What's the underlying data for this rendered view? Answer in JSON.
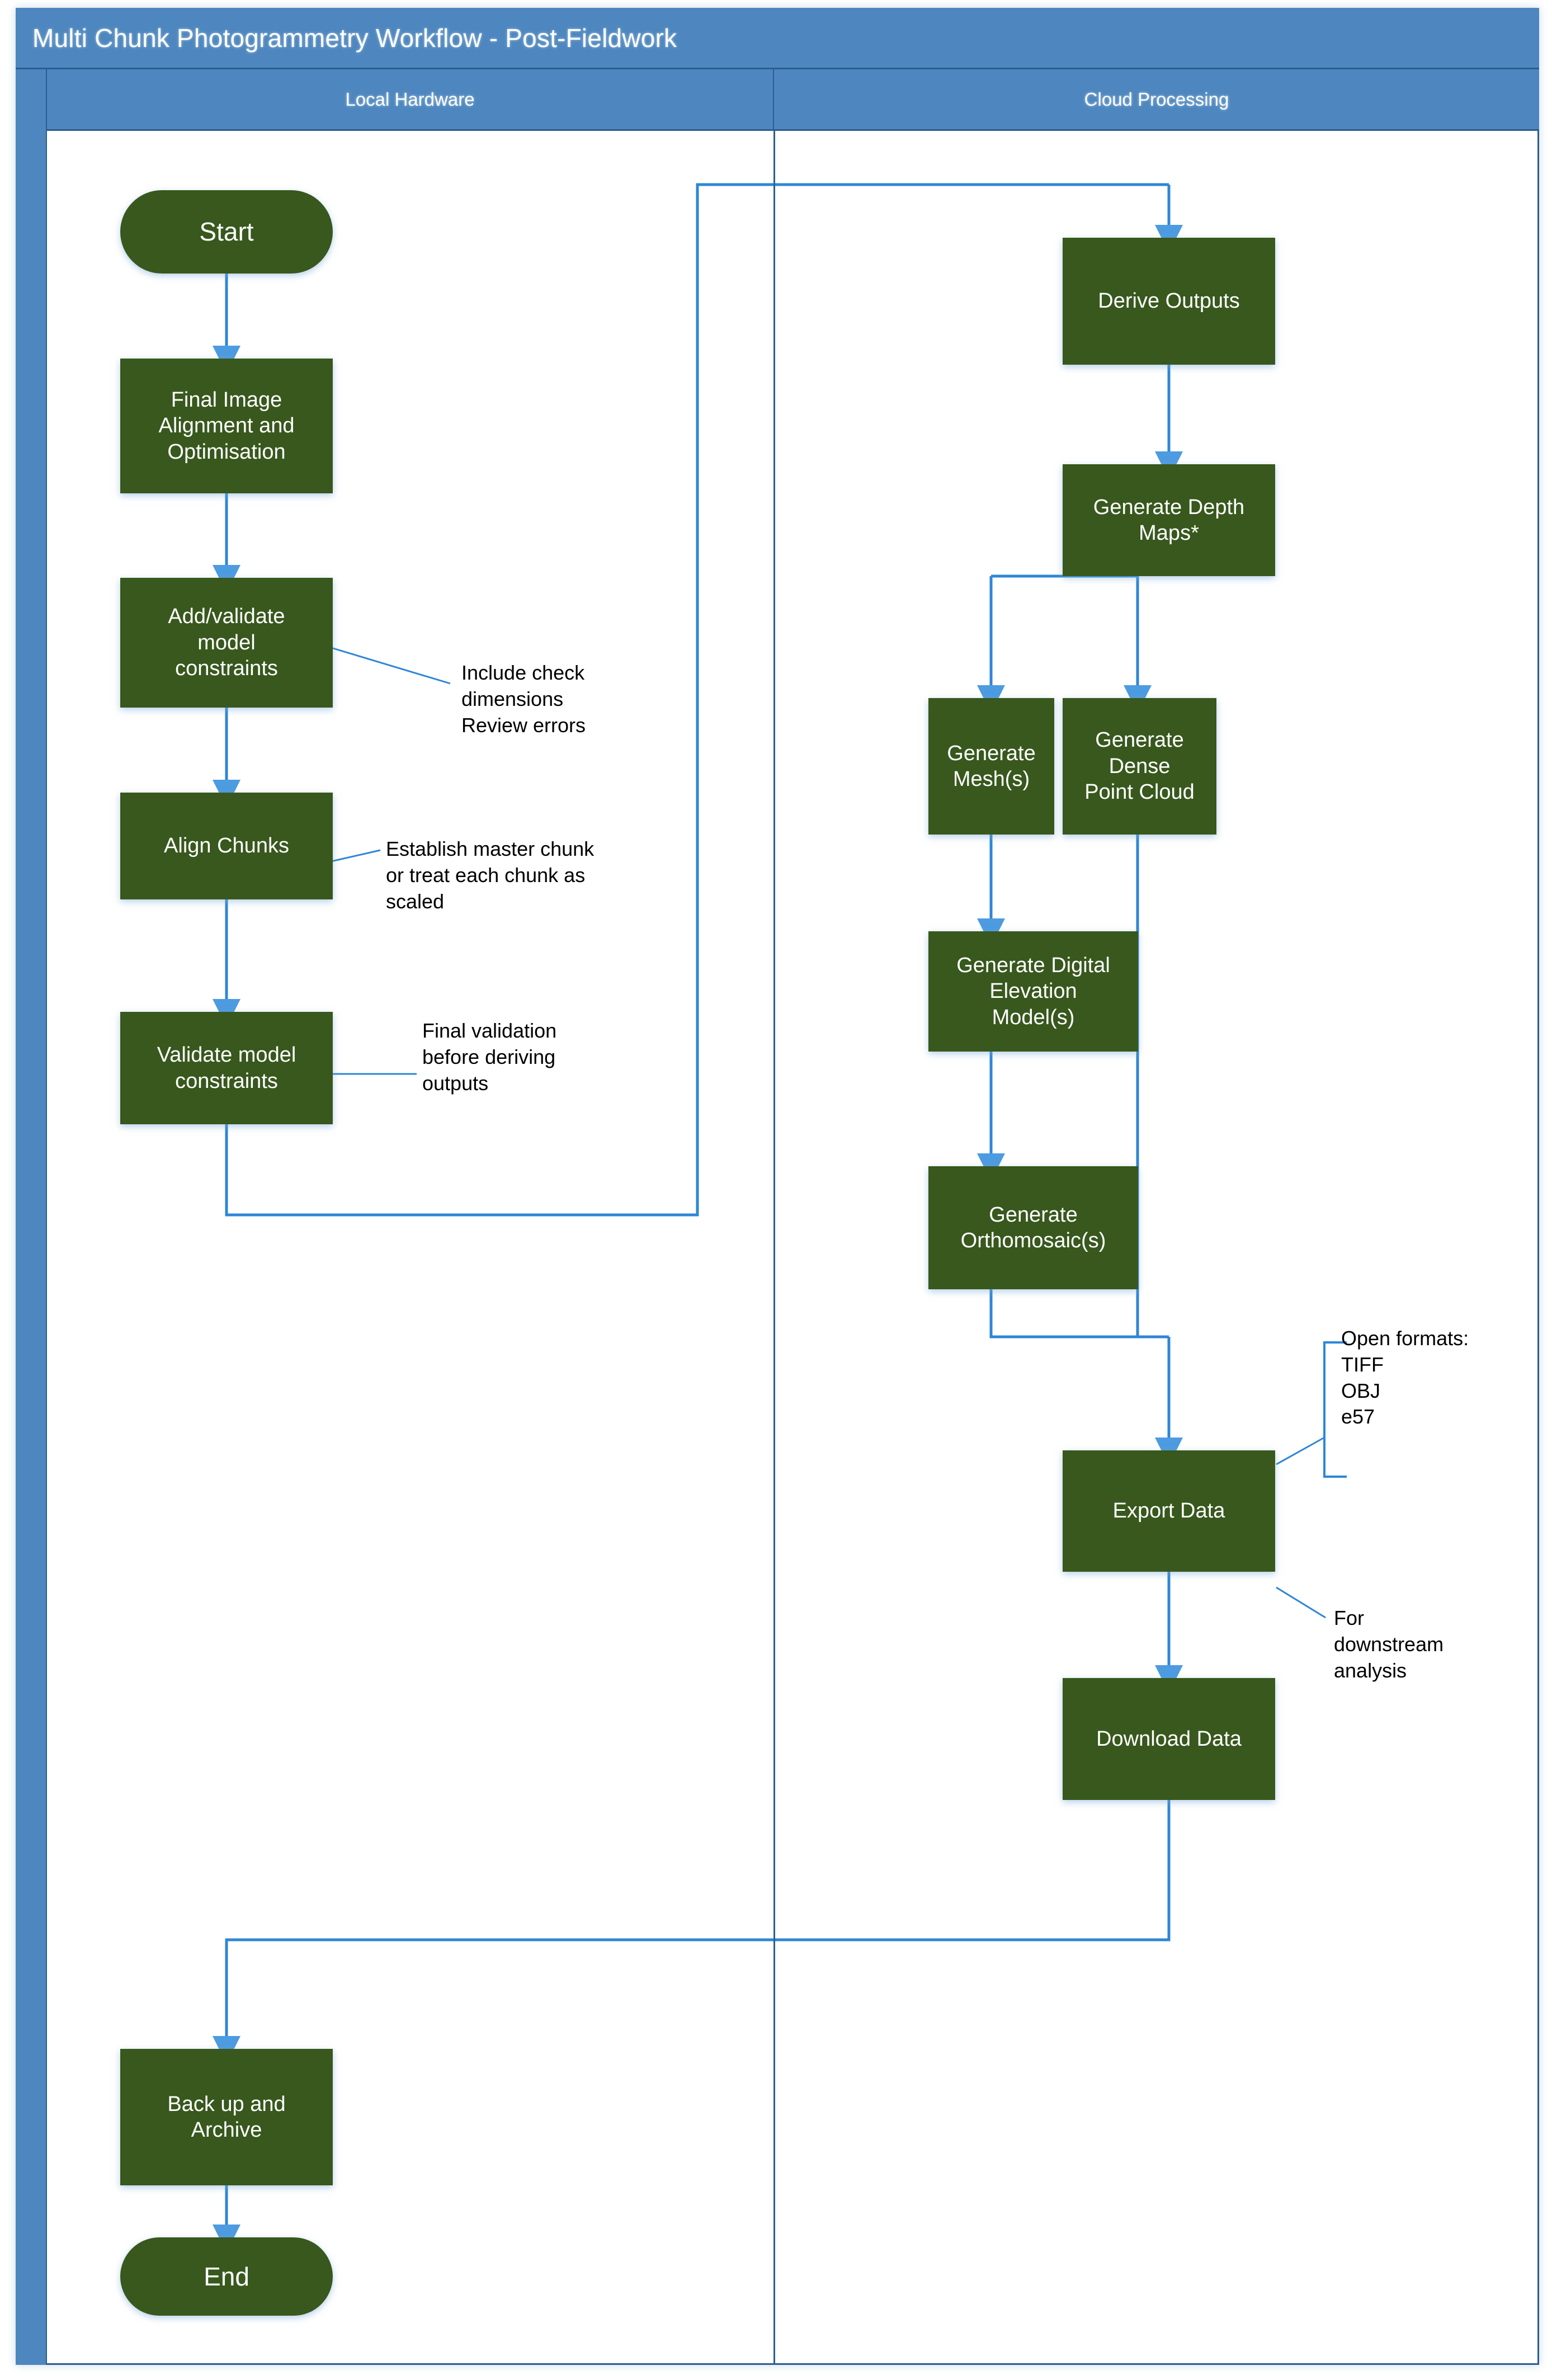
{
  "diagram": {
    "title": "Multi Chunk Photogrammetry Workflow - Post-Fieldwork",
    "accent_blue": "#4E87BF",
    "node_green": "#38581D",
    "connector_blue": "#2E86D6",
    "border_blue": "#2C5E8E"
  },
  "lanes": [
    {
      "id": "local",
      "label": "Local Hardware"
    },
    {
      "id": "cloud",
      "label": "Cloud Processing"
    }
  ],
  "nodes": [
    {
      "id": "start",
      "lane": "local",
      "shape": "terminator",
      "label": "Start"
    },
    {
      "id": "align_opt",
      "lane": "local",
      "shape": "process",
      "label": "Final Image\nAlignment and\nOptimisation"
    },
    {
      "id": "add_constr",
      "lane": "local",
      "shape": "process",
      "label": "Add/validate\nmodel\nconstraints"
    },
    {
      "id": "align_chunks",
      "lane": "local",
      "shape": "process",
      "label": "Align Chunks"
    },
    {
      "id": "validate",
      "lane": "local",
      "shape": "process",
      "label": "Validate model\nconstraints"
    },
    {
      "id": "backup",
      "lane": "local",
      "shape": "process",
      "label": "Back up and\nArchive"
    },
    {
      "id": "end",
      "lane": "local",
      "shape": "terminator",
      "label": "End"
    },
    {
      "id": "derive",
      "lane": "cloud",
      "shape": "process",
      "label": "Derive Outputs"
    },
    {
      "id": "depth",
      "lane": "cloud",
      "shape": "process",
      "label": "Generate Depth\nMaps*"
    },
    {
      "id": "mesh",
      "lane": "cloud",
      "shape": "process",
      "label": "Generate\nMesh(s)"
    },
    {
      "id": "dense",
      "lane": "cloud",
      "shape": "process",
      "label": "Generate Dense\nPoint Cloud"
    },
    {
      "id": "dem",
      "lane": "cloud",
      "shape": "process",
      "label": "Generate Digital\nElevation\nModel(s)"
    },
    {
      "id": "ortho",
      "lane": "cloud",
      "shape": "process",
      "label": "Generate\nOrthomosaic(s)"
    },
    {
      "id": "export",
      "lane": "cloud",
      "shape": "process",
      "label": "Export Data"
    },
    {
      "id": "download",
      "lane": "cloud",
      "shape": "process",
      "label": "Download Data"
    }
  ],
  "annotations": [
    {
      "id": "note_constraints",
      "attached_to": "add_constr",
      "text": "Include check\ndimensions\nReview errors"
    },
    {
      "id": "note_chunks",
      "attached_to": "align_chunks",
      "text": "Establish master chunk\nor treat each chunk as\nscaled"
    },
    {
      "id": "note_validate",
      "attached_to": "validate",
      "text": "Final validation\nbefore deriving\noutputs"
    },
    {
      "id": "note_formats",
      "attached_to": "export",
      "text": "Open formats:\nTIFF\nOBJ\ne57"
    },
    {
      "id": "note_downstream",
      "attached_to": "export",
      "text": "For\ndownstream\nanalysis"
    }
  ],
  "edges": [
    {
      "from": "start",
      "to": "align_opt"
    },
    {
      "from": "align_opt",
      "to": "add_constr"
    },
    {
      "from": "add_constr",
      "to": "align_chunks"
    },
    {
      "from": "align_chunks",
      "to": "validate"
    },
    {
      "from": "validate",
      "to": "derive"
    },
    {
      "from": "derive",
      "to": "depth"
    },
    {
      "from": "depth",
      "to": "mesh"
    },
    {
      "from": "depth",
      "to": "dense"
    },
    {
      "from": "mesh",
      "to": "dem"
    },
    {
      "from": "dem",
      "to": "ortho"
    },
    {
      "from": "ortho",
      "to": "export"
    },
    {
      "from": "dense",
      "to": "export"
    },
    {
      "from": "export",
      "to": "download"
    },
    {
      "from": "download",
      "to": "backup"
    },
    {
      "from": "backup",
      "to": "end"
    }
  ]
}
